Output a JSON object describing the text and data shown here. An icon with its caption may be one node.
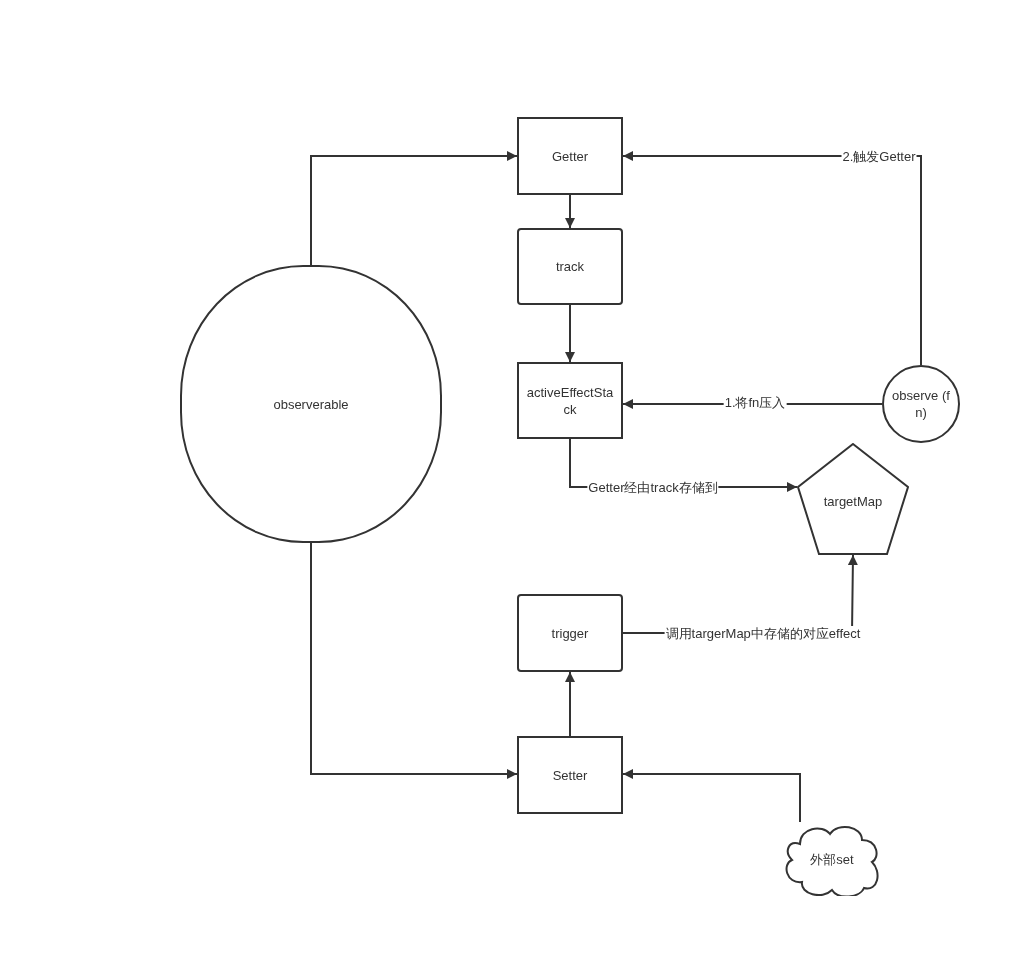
{
  "diagram": {
    "nodes": [
      {
        "text": [
          "observerable"
        ]
      },
      {
        "text": [
          "Getter"
        ]
      },
      {
        "text": [
          "track"
        ]
      },
      {
        "text": [
          "activeEffectStack"
        ]
      },
      {
        "text": [
          "observe (fn)"
        ]
      },
      {
        "text": [
          "targetMap"
        ]
      },
      {
        "text": [
          "trigger"
        ]
      },
      {
        "text": [
          "Setter"
        ]
      },
      {
        "text": [
          "外部set"
        ]
      }
    ],
    "edges": [
      {
        "from": 0,
        "to": 1,
        "arrow": "to"
      },
      {
        "from": 1,
        "to": 2,
        "arrow": "to"
      },
      {
        "from": 2,
        "to": 3,
        "arrow": "to"
      },
      {
        "from": 4,
        "to": 1,
        "arrow": "to",
        "label": "2.触发Getter"
      },
      {
        "from": 4,
        "to": 3,
        "arrow": "to",
        "label": "1.将fn压入"
      },
      {
        "from": 3,
        "to": 5,
        "arrow": "to",
        "label": "Getter经由track存储到"
      },
      {
        "from": 6,
        "to": 5,
        "arrow": "to",
        "label": "调用targerMap中存储的对应effect"
      },
      {
        "from": 7,
        "to": 6,
        "arrow": "to"
      },
      {
        "from": 0,
        "to": 7,
        "arrow": "to"
      },
      {
        "from": 8,
        "to": 7,
        "arrow": "to"
      }
    ]
  }
}
